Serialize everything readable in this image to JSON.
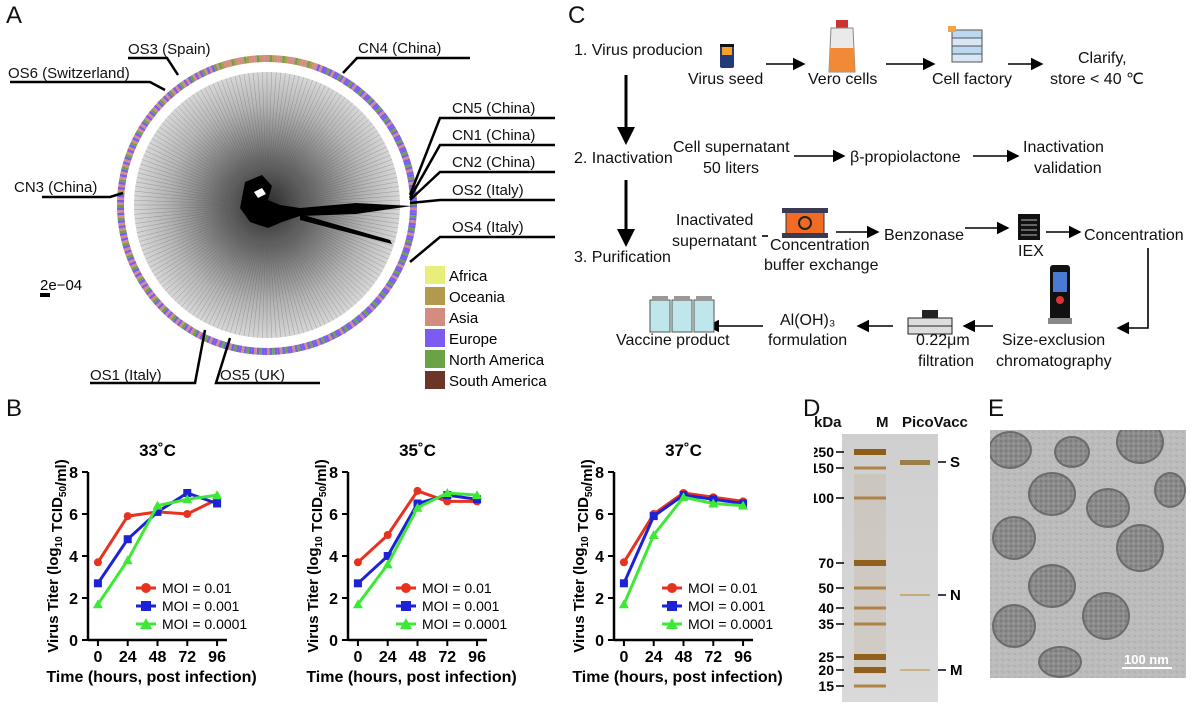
{
  "panels": {
    "a": "A",
    "b": "B",
    "c": "C",
    "d": "D",
    "e": "E"
  },
  "panel_a": {
    "scale_label": "2e−04",
    "outer_labels": [
      {
        "text": "OS3 (Spain)"
      },
      {
        "text": "OS6 (Switzerland)"
      },
      {
        "text": "CN4 (China)"
      },
      {
        "text": "CN5 (China)"
      },
      {
        "text": "CN1 (China)"
      },
      {
        "text": "CN2 (China)"
      },
      {
        "text": "OS2 (Italy)"
      },
      {
        "text": "OS4 (Italy)"
      },
      {
        "text": "CN3 (China)"
      },
      {
        "text": "OS1 (Italy)"
      },
      {
        "text": "OS5 (UK)"
      }
    ],
    "legend": [
      {
        "label": "Africa",
        "color": "#e8ee7a"
      },
      {
        "label": "Oceania",
        "color": "#b19a4b"
      },
      {
        "label": "Asia",
        "color": "#d28d80"
      },
      {
        "label": "Europe",
        "color": "#7a5cf0"
      },
      {
        "label": "North America",
        "color": "#6aa346"
      },
      {
        "label": "South America",
        "color": "#6b3527"
      }
    ]
  },
  "panel_c": {
    "steps": [
      "1. Virus producion",
      "2. Inactivation",
      "3. Purification"
    ],
    "row1": [
      "Virus seed",
      "Vero cells",
      "Cell factory",
      "Clarify,",
      "store < 40 ℃"
    ],
    "row2": [
      "Cell supernatant",
      "50 liters",
      "β-propiolactone",
      "Inactivation",
      "validation"
    ],
    "row3": [
      "Inactivated",
      "supernatant",
      "Concentration",
      "buffer exchange",
      "Benzonase",
      "IEX",
      "Concentration"
    ],
    "row4": [
      "Vaccine product",
      "Al(OH)₃",
      "formulation",
      "0.22μm",
      "filtration",
      "Size-exclusion",
      "chromatography"
    ]
  },
  "panel_d": {
    "kda": "kDa",
    "lane_m": "M",
    "lane_p": "PicoVacc",
    "ladder": [
      250,
      150,
      100,
      70,
      50,
      40,
      35,
      25,
      20,
      15
    ],
    "bands": [
      "S",
      "N",
      "M"
    ]
  },
  "panel_e": {
    "scale_bar": "100 nm"
  },
  "chart_data": [
    {
      "type": "line",
      "title": "33˚C",
      "x": [
        0,
        24,
        48,
        72,
        96
      ],
      "xlabel": "Time (hours, post infection)",
      "ylabel": "Virus Titer (log10 TCID50/ml)",
      "ylim": [
        0,
        8
      ],
      "yticks": [
        0,
        2,
        4,
        6,
        8
      ],
      "series": [
        {
          "name": "MOI = 0.01",
          "color": "#e8321e",
          "values": [
            3.7,
            5.9,
            6.1,
            6.0,
            6.7
          ]
        },
        {
          "name": "MOI = 0.001",
          "color": "#1e22d6",
          "values": [
            2.7,
            4.8,
            6.1,
            7.0,
            6.5
          ]
        },
        {
          "name": "MOI = 0.0001",
          "color": "#3ee836",
          "values": [
            1.7,
            3.8,
            6.4,
            6.7,
            6.9
          ]
        }
      ]
    },
    {
      "type": "line",
      "title": "35˚C",
      "x": [
        0,
        24,
        48,
        72,
        96
      ],
      "xlabel": "Time (hours, post infection)",
      "ylabel": "Virus Titer (log10 TCID50/ml)",
      "ylim": [
        0,
        8
      ],
      "yticks": [
        0,
        2,
        4,
        6,
        8
      ],
      "series": [
        {
          "name": "MOI = 0.01",
          "color": "#e8321e",
          "values": [
            3.7,
            5.0,
            7.1,
            6.6,
            6.6
          ]
        },
        {
          "name": "MOI = 0.001",
          "color": "#1e22d6",
          "values": [
            2.7,
            4.0,
            6.5,
            6.9,
            6.7
          ]
        },
        {
          "name": "MOI = 0.0001",
          "color": "#3ee836",
          "values": [
            1.7,
            3.6,
            6.3,
            7.0,
            6.9
          ]
        }
      ]
    },
    {
      "type": "line",
      "title": "37˚C",
      "x": [
        0,
        24,
        48,
        72,
        96
      ],
      "xlabel": "Time (hours, post infection)",
      "ylabel": "Virus Titer (log10 TCID50/ml)",
      "ylim": [
        0,
        8
      ],
      "yticks": [
        0,
        2,
        4,
        6,
        8
      ],
      "series": [
        {
          "name": "MOI = 0.01",
          "color": "#e8321e",
          "values": [
            3.7,
            6.0,
            7.0,
            6.8,
            6.6
          ]
        },
        {
          "name": "MOI = 0.001",
          "color": "#1e22d6",
          "values": [
            2.7,
            5.9,
            6.9,
            6.7,
            6.5
          ]
        },
        {
          "name": "MOI = 0.0001",
          "color": "#3ee836",
          "values": [
            1.7,
            5.0,
            6.8,
            6.5,
            6.4
          ]
        }
      ]
    }
  ]
}
